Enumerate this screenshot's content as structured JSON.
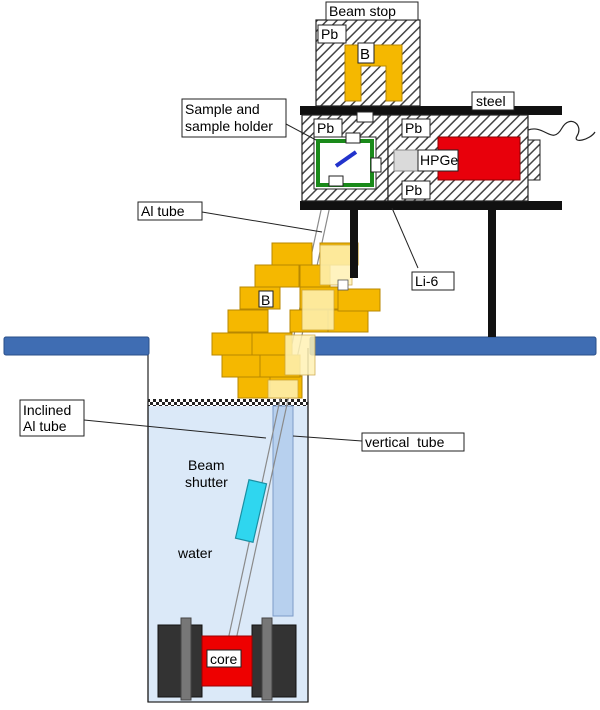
{
  "labels": {
    "beam_stop": "Beam stop",
    "pb": "Pb",
    "b": "B",
    "steel": "steel",
    "sample_holder_line1": "Sample and",
    "sample_holder_line2": "sample holder",
    "hpge": "HPGe",
    "al_tube": "Al tube",
    "li6": "Li-6",
    "inclined_line1": "Inclined",
    "inclined_line2": "Al tube",
    "vertical_tube": "vertical  tube",
    "beam_shutter_line1": "Beam",
    "beam_shutter_line2": "shutter",
    "water": "water",
    "core": "core"
  },
  "colors": {
    "boron": "#f5b800",
    "lead_hatch": "#555555",
    "steel": "#111111",
    "floor": "#3f6db3",
    "water": "#dbe9f8",
    "hpge_detector": "#e8000b",
    "shutter": "#2fd6ef",
    "core": "#ee0000",
    "sample_frame": "#1a8a1a",
    "sample": "#2233cc"
  }
}
